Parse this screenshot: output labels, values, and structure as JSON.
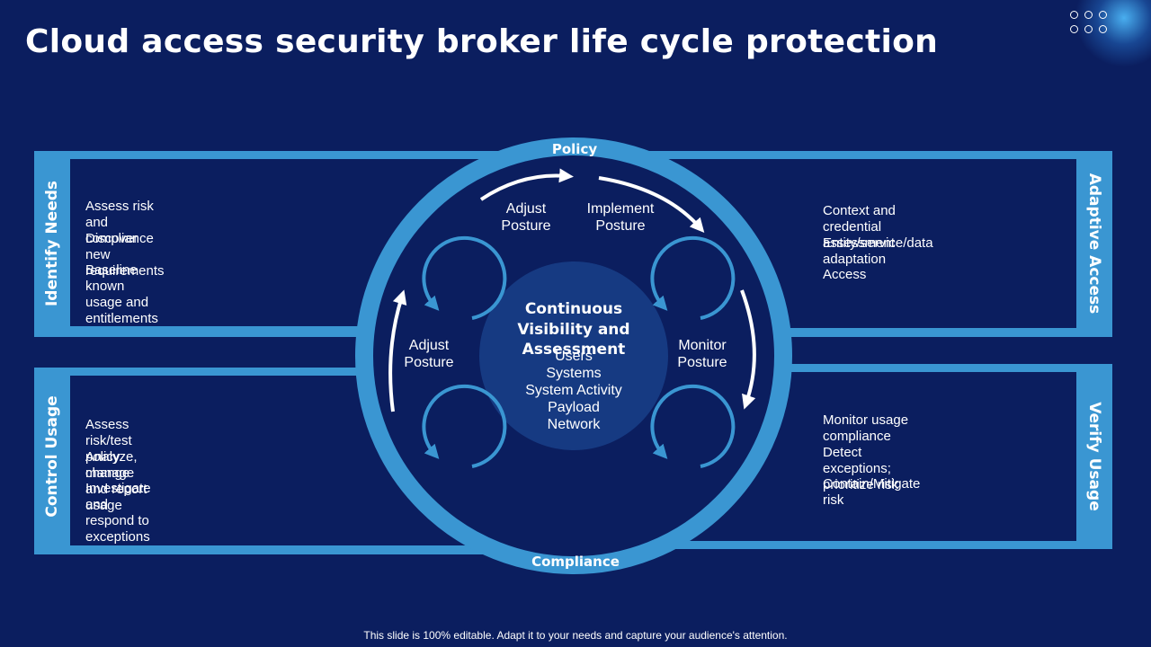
{
  "title": "Cloud access security broker life cycle protection",
  "footer": "This slide is 100% editable. Adapt it to your needs and capture your audience's attention.",
  "colors": {
    "background": "#0b1e5f",
    "accent": "#3a96d2",
    "center_disc": "#163a82",
    "text": "#ffffff"
  },
  "ring": {
    "top_label": "Policy",
    "bottom_label": "Compliance"
  },
  "center": {
    "title": "Continuous Visibility and Assessment",
    "items": [
      "Users",
      "Systems",
      "System Activity",
      "Payload",
      "Network"
    ]
  },
  "stages": {
    "top_left": "Adjust Posture",
    "top_right": "Implement Posture",
    "left": "Adjust Posture",
    "right": "Monitor Posture"
  },
  "panels": {
    "identify": {
      "label": "Identify Needs",
      "items": [
        "Assess risk and compliance",
        "Discover new requirements",
        "Baseline known usage and entitlements"
      ]
    },
    "adaptive": {
      "label": "Adaptive Access",
      "items": [
        "Context and credential assessment",
        "Entity/service/data adaptation",
        "Access"
      ]
    },
    "control": {
      "label": "Control Usage",
      "items": [
        "Assess risk/test policy change",
        "Analyze, manage and report usage",
        "Investigate and respond to exceptions"
      ]
    },
    "verify": {
      "label": "Verify Usage",
      "items": [
        "Monitor usage compliance",
        "Detect exceptions; prioritize risk",
        "Contain/Mitigate  risk"
      ]
    }
  },
  "icons": [
    "cycle-arrow-icon",
    "curved-arrow-icon",
    "dots-decoration-icon"
  ]
}
